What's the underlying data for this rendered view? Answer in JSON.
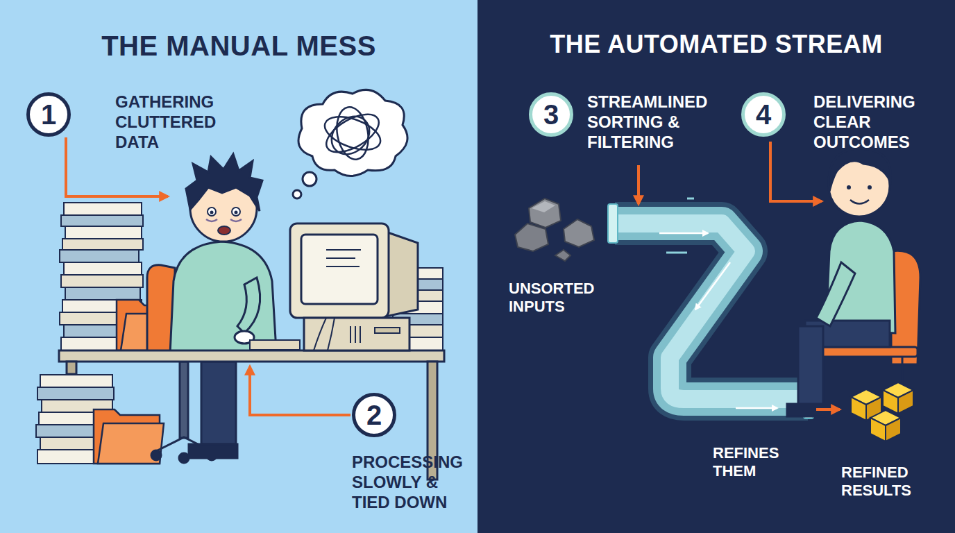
{
  "diagram": {
    "nodes": [
      {
        "text": [
          "THE MANUAL MESS"
        ]
      },
      {
        "text": [
          "THE AUTOMATED STREAM"
        ]
      },
      {
        "text": [
          "1",
          "GATHERING CLUTTERED DATA"
        ],
        "in": 0
      },
      {
        "text": [
          "2",
          "PROCESSING SLOWLY & TIED DOWN"
        ],
        "in": 0
      },
      {
        "text": [
          "3",
          "STREAMLINED SORTING & FILTERING"
        ],
        "in": 1
      },
      {
        "text": [
          "4",
          "DELIVERING CLEAR OUTCOMES"
        ],
        "in": 1
      }
    ],
    "labels": [
      "UNSORTED INPUTS",
      "REFINES THEM",
      "REFINED RESULTS"
    ]
  }
}
